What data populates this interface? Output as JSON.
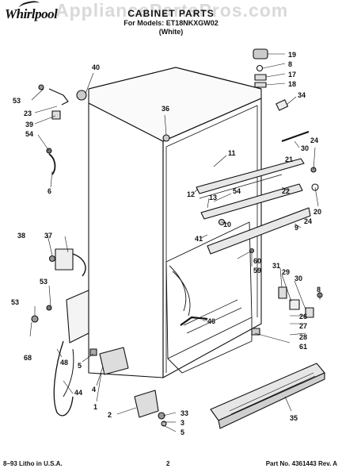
{
  "brand": {
    "name": "Whirlpool"
  },
  "watermark": "AppliancePartsPros.com",
  "title": "CABINET PARTS",
  "subtitle": "For Models: ET18NKXGW02",
  "color_note": "(White)",
  "callouts": [
    "19",
    "8",
    "17",
    "18",
    "34",
    "40",
    "53",
    "23",
    "39",
    "54",
    "36",
    "11",
    "30",
    "24",
    "21",
    "6",
    "54",
    "22",
    "12",
    "13",
    "41",
    "10",
    "9",
    "20",
    "24",
    "38",
    "37",
    "59",
    "31",
    "29",
    "53",
    "60",
    "30",
    "8",
    "53",
    "46",
    "26",
    "27",
    "28",
    "61",
    "48",
    "5",
    "68",
    "4",
    "44",
    "1",
    "2",
    "33",
    "3",
    "5",
    "35"
  ],
  "footer": {
    "litho": "8–93 Litho in U.S.A.",
    "page_number": "2",
    "part_number": "Part No. 4361443 Rev. A"
  }
}
